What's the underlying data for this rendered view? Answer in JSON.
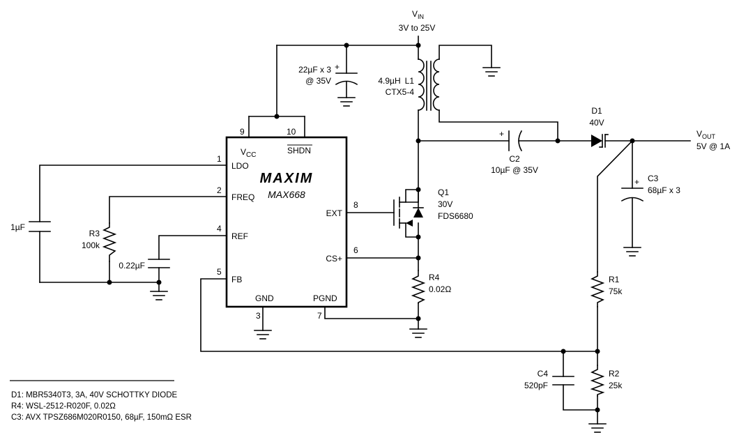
{
  "vin": {
    "name": "V",
    "sub": "IN",
    "range": "3V to 25V"
  },
  "vout": {
    "name": "V",
    "sub": "OUT",
    "spec": "5V @ 1A"
  },
  "ic": {
    "logo": "MAXIM",
    "part": "MAX668",
    "pins": {
      "vcc_num": "9",
      "vcc": "V",
      "vcc_sub": "CC",
      "shdn_num": "10",
      "shdn": "SHDN",
      "ldo_num": "1",
      "ldo": "LDO",
      "freq_num": "2",
      "freq": "FREQ",
      "ref_num": "4",
      "ref": "REF",
      "fb_num": "5",
      "fb": "FB",
      "gnd": "GND",
      "gnd_num": "3",
      "pgnd": "PGND",
      "pgnd_num": "7",
      "ext": "EXT",
      "ext_num": "8",
      "cs": "CS+",
      "cs_num": "6"
    }
  },
  "components": {
    "cin_value": "22µF x 3",
    "cin_rating": "@ 35V",
    "l1_value": "4.9µH",
    "l1_name": "L1",
    "l1_part": "CTX5-4",
    "c2_name": "C2",
    "c2_value": "10µF @ 35V",
    "c2_plus": "+",
    "d1_name": "D1",
    "d1_value": "40V",
    "c3_name": "C3",
    "c3_value": "68µF x 3",
    "q1_name": "Q1",
    "q1_value": "30V",
    "q1_part": "FDS6680",
    "r4_name": "R4",
    "r4_value": "0.02Ω",
    "r1_name": "R1",
    "r1_value": "75k",
    "r2_name": "R2",
    "r2_value": "25k",
    "c4_name": "C4",
    "c4_value": "520pF",
    "r3_name": "R3",
    "r3_value": "100k",
    "cref_value": "0.22µF",
    "cldo_value": "1µF",
    "plus": "+"
  },
  "notes": [
    "D1:  MBR5340T3, 3A, 40V SCHOTTKY DIODE",
    "R4:  WSL-2512-R020F, 0.02Ω",
    "C3:  AVX TPSZ686M020R0150, 68µF, 150mΩ ESR"
  ]
}
